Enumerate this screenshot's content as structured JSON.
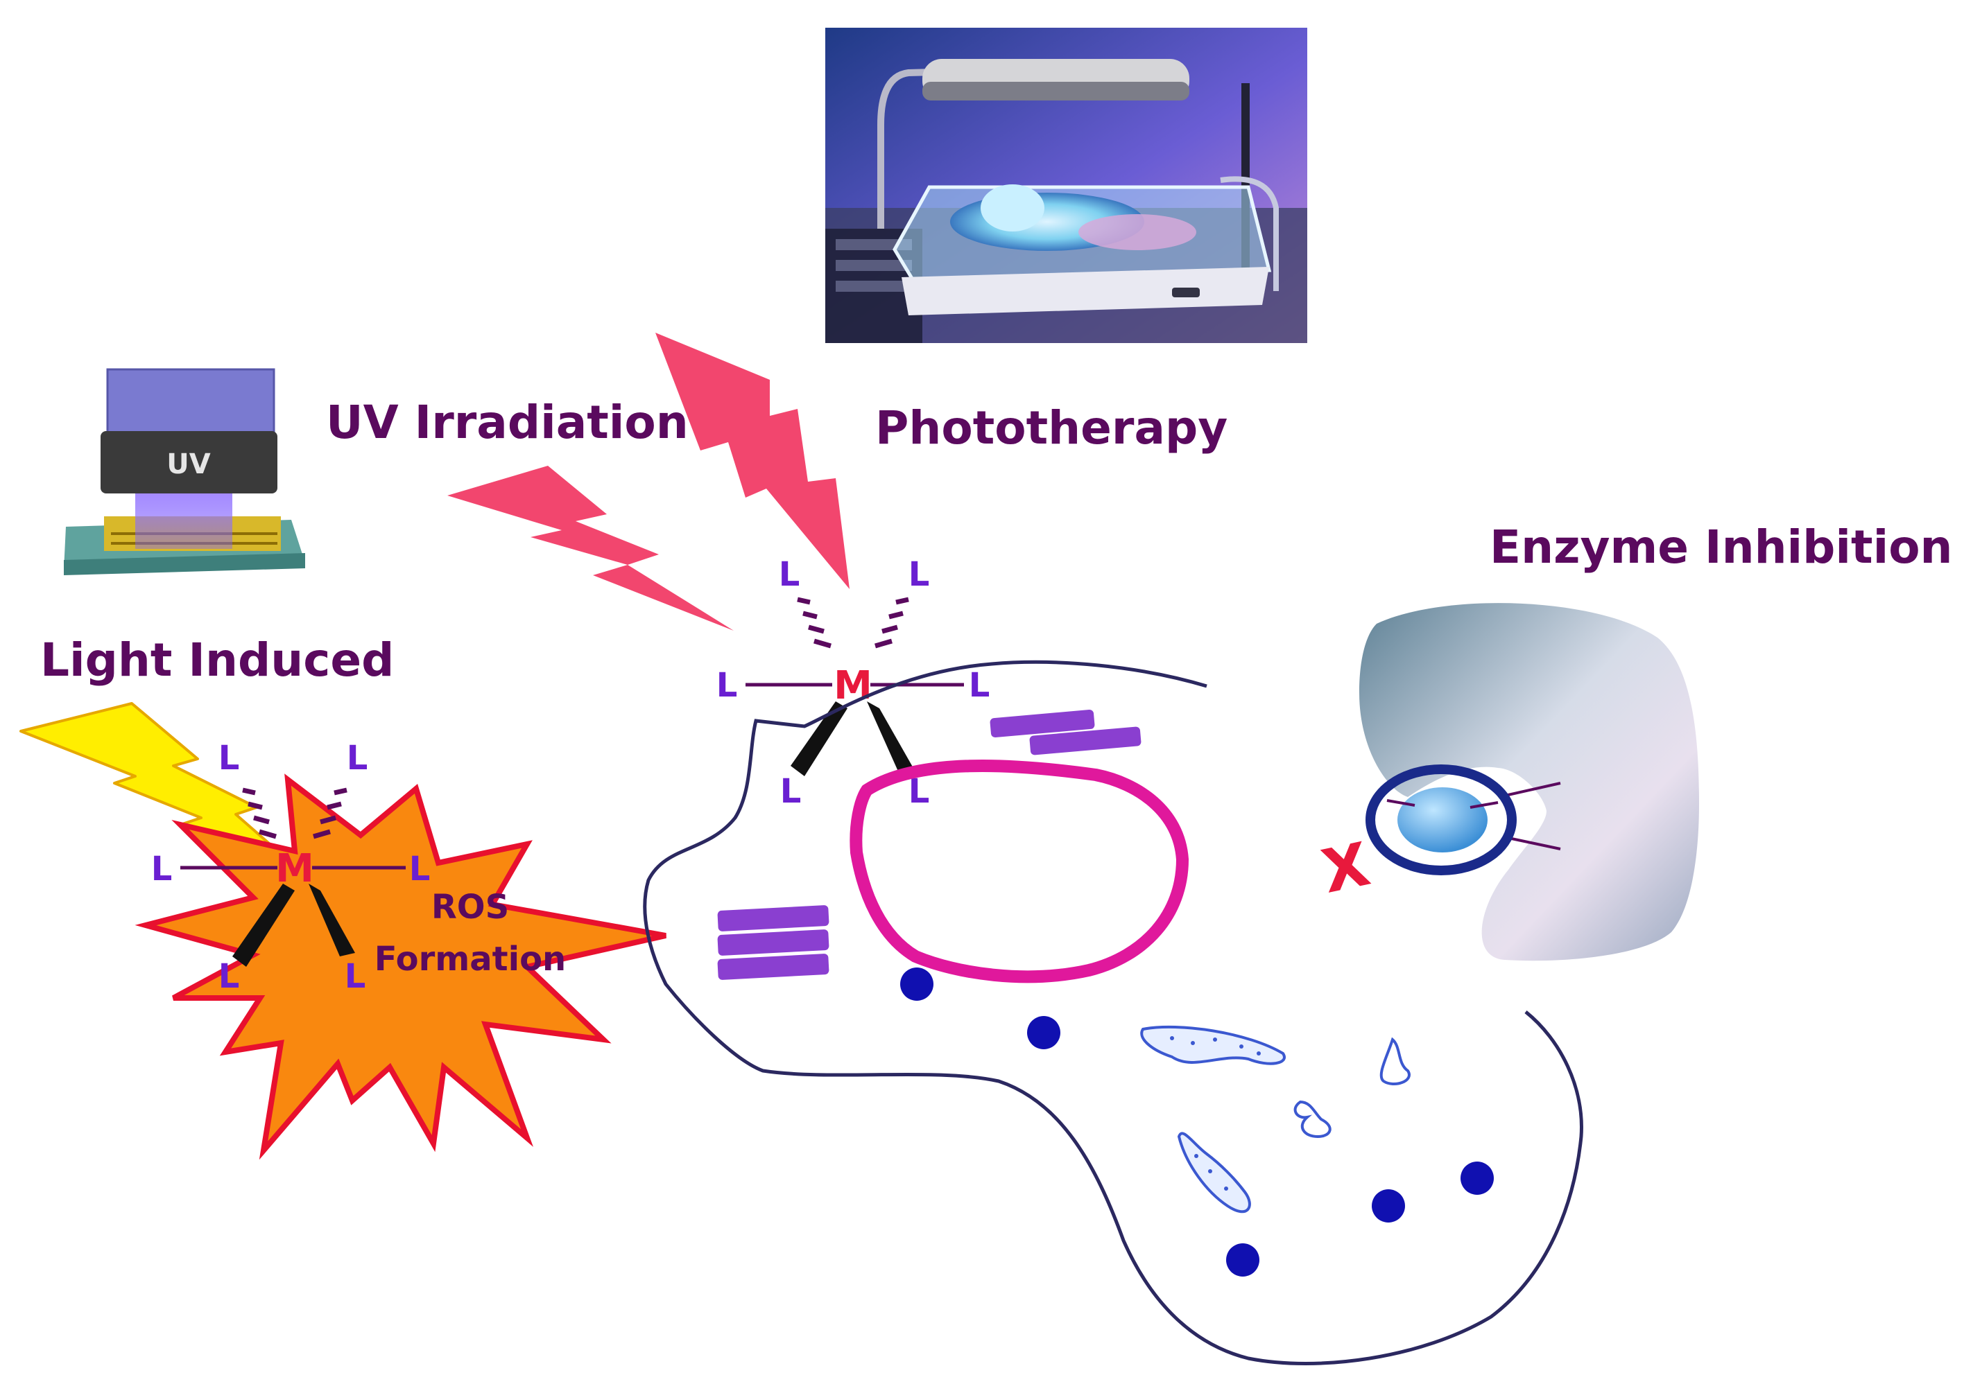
{
  "labels": {
    "uv_irradiation": "UV Irradiation",
    "phototherapy": "Phototherapy",
    "enzyme_inhibition": "Enzyme Inhibition",
    "light_induced": "Light Induced",
    "ros_line1": "ROS",
    "ros_line2": "Formation",
    "uv_device": "UV",
    "metal": "M",
    "ligand": "L",
    "inhibit_mark": "X"
  },
  "colors": {
    "heading": "#5a0a5e",
    "metal": "#e8193c",
    "ligand": "#6a1fd1",
    "bolt_pink": "#f2466e",
    "bolt_yellow": "#ffee00",
    "ros_fill": "#f9880f",
    "ros_outline": "#e8102e",
    "cell_outline": "#2b2860",
    "nucleus": "#e0189c",
    "er": "#8a3fd0",
    "vesicle": "#1010b0",
    "enzyme": "#b9bfd2",
    "substrate_ring": "#1a2a8a",
    "substrate_core": "#58a8e0"
  }
}
